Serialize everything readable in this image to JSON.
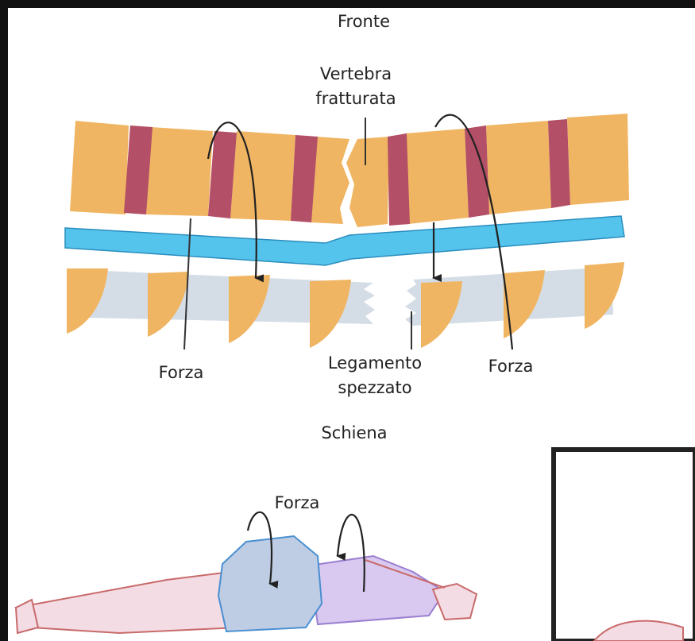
{
  "labels": {
    "top": "Fronte",
    "vertebra": [
      "Vertebra",
      "fratturata"
    ],
    "force_left": "Forza",
    "ligament": [
      "Legamento",
      "spezzato"
    ],
    "force_right": "Forza",
    "bottom": "Schiena",
    "force_figure": "Forza"
  },
  "colors": {
    "vertebra": "#f0b562",
    "disc": "#b34f66",
    "spinal_cord": "#55c4ec",
    "ligament": "#d4dde6",
    "arrow": "#222222",
    "body_outline": "#c96a6a",
    "body_fill": "#f3dce4",
    "shirt": "#bfcde4",
    "shirt_outline": "#4a8fd1",
    "torso": "#d9c8ef"
  }
}
